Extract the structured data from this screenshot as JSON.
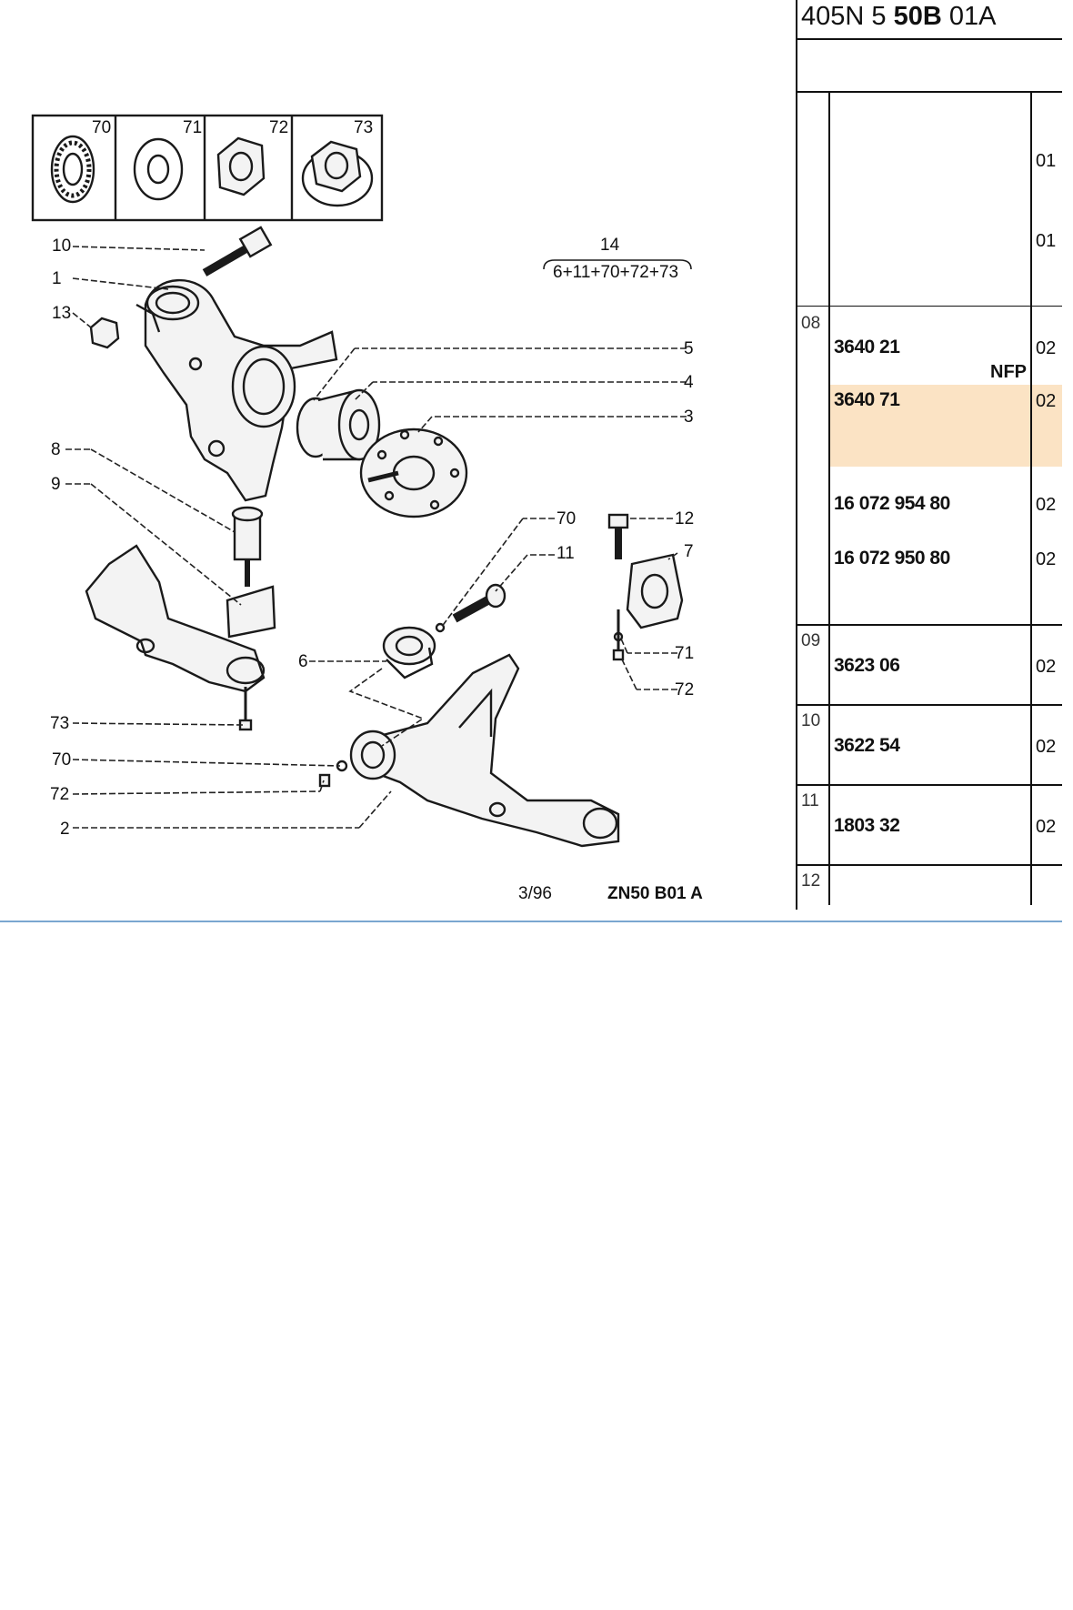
{
  "diagram": {
    "inset_numbers": [
      "70",
      "71",
      "72",
      "73"
    ],
    "kit": {
      "number": "14",
      "composition": "6+11+70+72+73"
    },
    "callouts": [
      "10",
      "1",
      "13",
      "5",
      "4",
      "3",
      "8",
      "9",
      "70",
      "12",
      "11",
      "7",
      "6",
      "71",
      "72",
      "73",
      "70",
      "72",
      "2"
    ],
    "footer_date": "3/96",
    "footer_code": "ZN50 B01 A"
  },
  "table": {
    "reference": {
      "prefix": "405N 5 ",
      "bold": "50B",
      "suffix": " 01A"
    },
    "header_codes": [
      "01",
      "01"
    ],
    "rows": [
      {
        "index": "08",
        "part": "3640 21",
        "qty": "02",
        "note": "NFP"
      },
      {
        "index": "",
        "part": "3640 71",
        "qty": "02",
        "highlighted": true
      },
      {
        "index": "",
        "part": "16 072 954 80",
        "qty": "02"
      },
      {
        "index": "",
        "part": "16 072 950 80",
        "qty": "02"
      },
      {
        "index": "09",
        "part": "3623 06",
        "qty": "02"
      },
      {
        "index": "10",
        "part": "3622 54",
        "qty": "02"
      },
      {
        "index": "11",
        "part": "1803 32",
        "qty": "02"
      },
      {
        "index": "12",
        "part": "",
        "qty": ""
      }
    ],
    "highlight_color": "#fbe3c4"
  }
}
